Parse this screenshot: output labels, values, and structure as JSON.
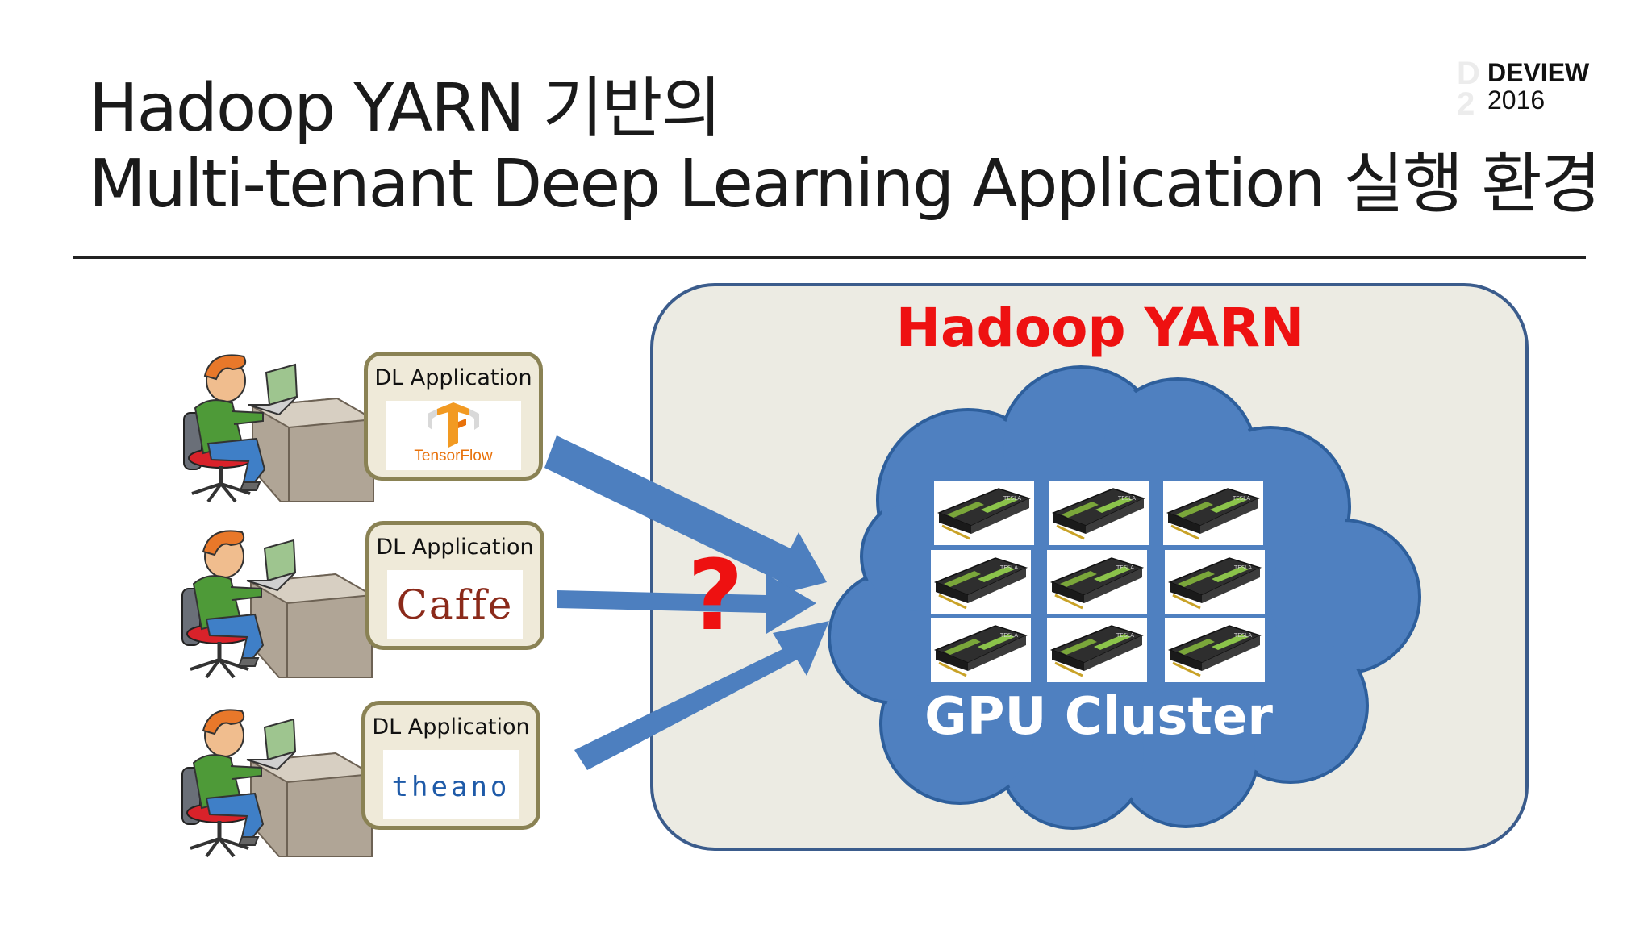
{
  "title": {
    "line1": "Hadoop YARN  기반의",
    "line2": "Multi-tenant Deep Learning Application 실행 환경"
  },
  "logo": {
    "brand": "DEVIEW",
    "year": "2016"
  },
  "apps": [
    {
      "label": "DL Application",
      "framework": "TensorFlow"
    },
    {
      "label": "DL Application",
      "framework": "Caffe"
    },
    {
      "label": "DL Application",
      "framework": "theano"
    }
  ],
  "yarn_label": "Hadoop YARN",
  "cluster_label": "GPU Cluster",
  "question_mark": "?",
  "colors": {
    "arrow": "#4d7fbf",
    "yarn_fill": "#ecebe3",
    "yarn_border": "#3b5c8c",
    "cloud": "#4f80c0",
    "highlight_red": "#ee1111",
    "app_border": "#8a8254"
  }
}
